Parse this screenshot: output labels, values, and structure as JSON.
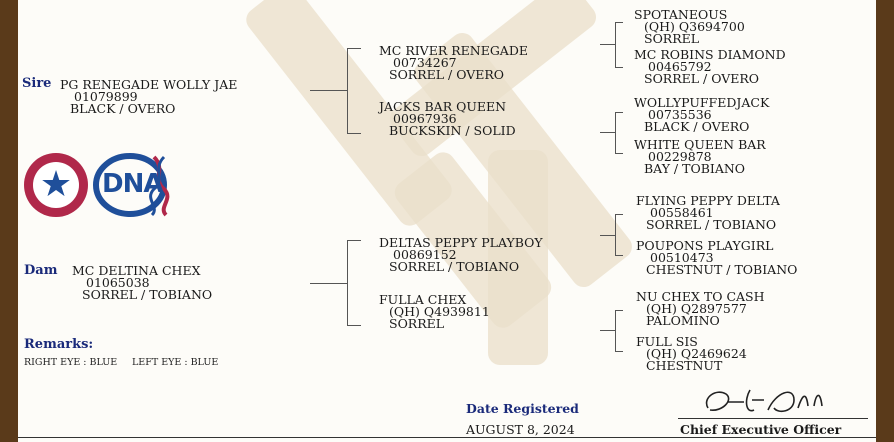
{
  "sire": {
    "label": "Sire",
    "name": "PG RENEGADE WOLLY JAE",
    "reg": "01079899",
    "color": "BLACK / OVERO"
  },
  "dam": {
    "label": "Dam",
    "name": "MC DELTINA CHEX",
    "reg": "01065038",
    "color": "SORREL / TOBIANO"
  },
  "gen2": [
    {
      "name": "MC RIVER RENEGADE",
      "reg": "00734267",
      "color": "SORREL / OVERO"
    },
    {
      "name": "JACKS BAR QUEEN",
      "reg": "00967936",
      "color": "BUCKSKIN / SOLID"
    },
    {
      "name": "DELTAS PEPPY PLAYBOY",
      "reg": "00869152",
      "color": "SORREL / TOBIANO"
    },
    {
      "name": "FULLA CHEX",
      "reg": "(QH) Q4939811",
      "color": "SORREL"
    }
  ],
  "gen3": [
    {
      "name": "SPOTANEOUS",
      "reg": "(QH) Q3694700",
      "color": "SORREL"
    },
    {
      "name": "MC ROBINS DIAMOND",
      "reg": "00465792",
      "color": "SORREL / OVERO"
    },
    {
      "name": "WOLLYPUFFEDJACK",
      "reg": "00735536",
      "color": "BLACK / OVERO"
    },
    {
      "name": "WHITE QUEEN BAR",
      "reg": "00229878",
      "color": "BAY / TOBIANO"
    },
    {
      "name": "FLYING PEPPY DELTA",
      "reg": "00558461",
      "color": "SORREL / TOBIANO"
    },
    {
      "name": "POUPONS PLAYGIRL",
      "reg": "00510473",
      "color": "CHESTNUT / TOBIANO"
    },
    {
      "name": "NU CHEX TO CASH",
      "reg": "(QH) Q2897577",
      "color": "PALOMINO"
    },
    {
      "name": "FULL SIS",
      "reg": "(QH) Q2469624",
      "color": "CHESTNUT"
    }
  ],
  "remarks": {
    "label": "Remarks:",
    "right_eye": "RIGHT EYE : BLUE",
    "left_eye": "LEFT EYE : BLUE"
  },
  "badges": {
    "heritage_icon": "star-seal-icon",
    "dna_text": "DNA"
  },
  "footer": {
    "date_label": "Date Registered",
    "date_value": "AUGUST 8, 2024",
    "officer_title": "Chief Executive Officer"
  },
  "colors": {
    "frame": "#5a3a1a",
    "label_blue": "#1a2a7a",
    "watermark": "#eadfc9",
    "seal_red": "#b0284a",
    "seal_blue": "#1f4f9a"
  }
}
